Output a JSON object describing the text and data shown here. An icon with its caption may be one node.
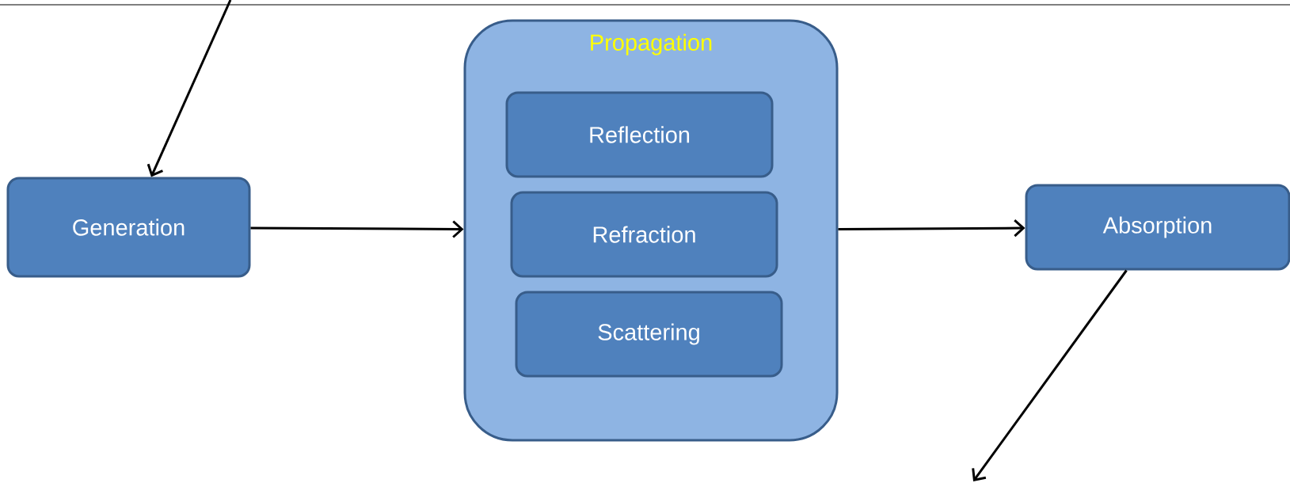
{
  "diagram": {
    "nodes": [
      {
        "text": [
          "Generation"
        ]
      },
      {
        "text": [
          "Propagation"
        ]
      },
      {
        "text": [
          "Reflection"
        ],
        "in": 1
      },
      {
        "text": [
          "Refraction"
        ],
        "in": 1
      },
      {
        "text": [
          "Scattering"
        ],
        "in": 1
      },
      {
        "text": [
          "Absorption"
        ]
      }
    ],
    "edges": [
      {
        "from": null,
        "to": 0,
        "arrow": "to"
      },
      {
        "from": 0,
        "to": 1,
        "arrow": "to"
      },
      {
        "from": 1,
        "to": 5,
        "arrow": "to"
      },
      {
        "from": 5,
        "to": null,
        "arrow": "to"
      }
    ]
  }
}
